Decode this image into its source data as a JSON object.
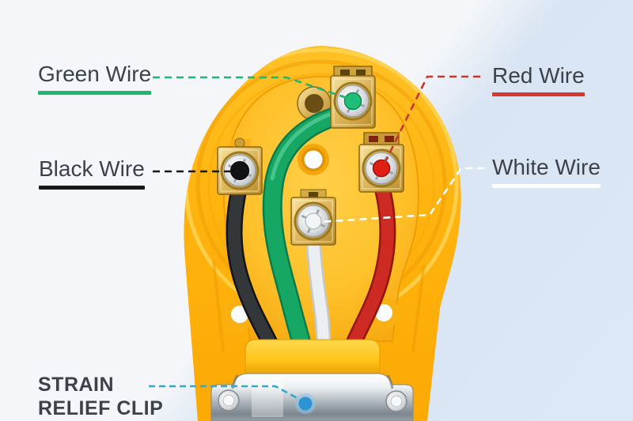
{
  "labels": {
    "green_wire": {
      "text": "Green Wire"
    },
    "black_wire": {
      "text": "Black Wire"
    },
    "red_wire": {
      "text": "Red Wire"
    },
    "white_wire": {
      "text": "White Wire"
    },
    "strain_relief": {
      "lines": [
        "STRAIN",
        "RELIEF CLIP"
      ]
    }
  },
  "colors": {
    "label-text": "#3d424a",
    "green-accent": "#1fb673",
    "red-accent": "#d6382d",
    "black-accent": "#17181a",
    "white-accent": "#ffffff",
    "teal-accent": "#36a8c6",
    "dot-blue": "#2d93d2",
    "bg-white": "#f4f6f9",
    "bg-blue": "#d9e5f3"
  },
  "diagram": {
    "subject": "plug-interior-wiring",
    "parts": [
      {
        "name": "green-terminal-wire",
        "color": "#17a765"
      },
      {
        "name": "black-terminal-wire",
        "color": "#2b2e31"
      },
      {
        "name": "white-terminal-wire",
        "color": "#e9ecee"
      },
      {
        "name": "red-terminal-wire",
        "color": "#cc2a22"
      },
      {
        "name": "plug-body",
        "color": "#ffb613"
      },
      {
        "name": "strain-relief-clip",
        "color": "#aeb6bc"
      }
    ]
  }
}
